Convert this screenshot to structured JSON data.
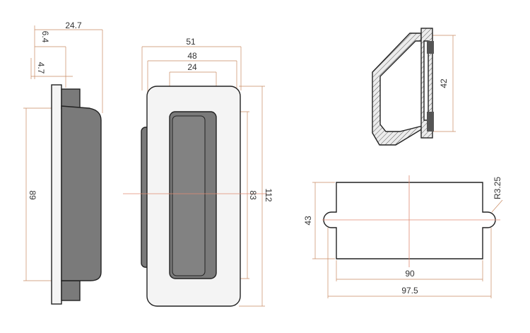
{
  "colors": {
    "dimension_line": "#c98a62",
    "body_gray": "#7a7a7a",
    "outline": "#222222",
    "text": "#333333",
    "centerline": "#e08a70",
    "hatch_fill": "#e6e6e6",
    "bezel_fill": "#f4f4f4"
  },
  "views": {
    "side": {
      "dim_width_total": "24.7",
      "dim_flange_a": "6.4",
      "dim_flange_b": "4.7",
      "dim_height": "89"
    },
    "front": {
      "dim_width_outer": "51",
      "dim_width_inner": "48",
      "dim_grip_width": "24",
      "dim_grip_height": "83",
      "dim_overall_height": "112"
    },
    "section": {
      "dim_depth": "42"
    },
    "cutout": {
      "dim_height": "43",
      "dim_radius": "R3.25",
      "dim_width": "90",
      "dim_overall_width": "97.5"
    }
  }
}
